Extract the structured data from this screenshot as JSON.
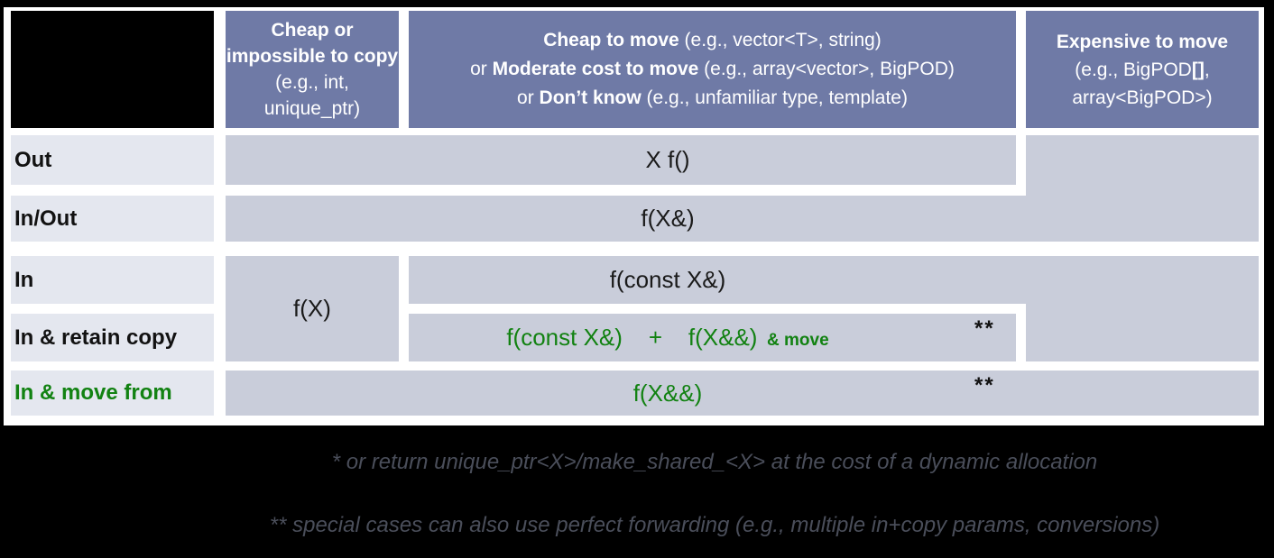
{
  "colors": {
    "background": "#000000",
    "panel": "#ffffff",
    "header_bg": "#6F7AA6",
    "header_text": "#ffffff",
    "cell_bg": "#C9CDDA",
    "label_bg": "#E4E7EF",
    "green_accent": "#128212",
    "footnote_text": "#4a4e5a"
  },
  "header": {
    "col1": {
      "bold": "Cheap or impossible to copy",
      "rest": " (e.g., int, unique_ptr)"
    },
    "col2": {
      "line1_bold": "Cheap to move",
      "line1_rest": " (e.g., vector<T>, string)",
      "line2_pre": "or ",
      "line2_bold": "Moderate cost to move",
      "line2_rest": " (e.g., array<vector>, BigPOD)",
      "line3_pre": "or ",
      "line3_bold": "Don’t know",
      "line3_rest": " (e.g., unfamiliar type, template)"
    },
    "col3": {
      "line1": "Expensive to move",
      "line2_pre": "(e.g., BigPOD",
      "line2_bold": "[]",
      "line2_post": ",",
      "line3": "array<BigPOD>)"
    }
  },
  "rows": {
    "out": {
      "label": "Out",
      "code": "X f()"
    },
    "inout": {
      "label": "In/Out",
      "code": "f(X&)"
    },
    "in": {
      "label": "In",
      "code": "f(const X&)",
      "col1_code": "f(X)"
    },
    "retain": {
      "label": "In & retain copy",
      "code": "f(const X&)    +    f(X&&)",
      "code_suffix": "  & move",
      "marker": "**"
    },
    "movefrom": {
      "label": "In & move from",
      "code": "f(X&&)",
      "marker": "**"
    }
  },
  "footnotes": {
    "line1": "* or return unique_ptr<X>/make_shared_<X> at the cost of a dynamic allocation",
    "line2": "** special cases can also use perfect forwarding (e.g., multiple in+copy params, conversions)"
  }
}
